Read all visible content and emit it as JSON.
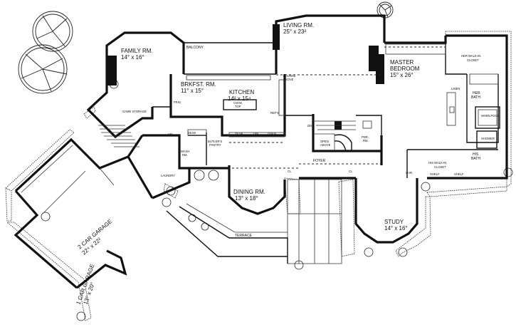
{
  "rooms": {
    "family": {
      "name": "FAMILY RM.",
      "dim": "14° x 16°"
    },
    "living": {
      "name": "LIVING RM.",
      "dim": "25° x 23²"
    },
    "master": {
      "name": "MASTER",
      "name2": "BEDROOM",
      "dim": "15° x 26°"
    },
    "brkfst": {
      "name": "BRKFST. RM.",
      "dim": "11° x 15°"
    },
    "kitchen": {
      "name": "KITCHEN",
      "dim": "14² x 15⁴"
    },
    "dining": {
      "name": "DINING RM.",
      "dim": "13° x 18°"
    },
    "study": {
      "name": "STUDY",
      "dim": "14° x 16°"
    },
    "garage2": {
      "name": "2 CAR GARAGE",
      "dim": "22⁴ x 22²"
    },
    "garage1": {
      "name": "1 CAR GARAGE",
      "dim": "13° x 20°"
    }
  },
  "small_labels": {
    "balcony": "BALCONY",
    "her_closet": "HER WALK-IN",
    "her_closet2": "CLOSET",
    "her_bath": "HER",
    "her_bath2": "BATH",
    "his_bath": "HIS",
    "his_bath2": "BATH",
    "his_closet": "HIS WALK-IN",
    "his_closet2": "CLOSET",
    "shelf1": "SHELF",
    "shelf2": "SHELF",
    "linen": "LINEN",
    "whirlpool": "WHIRLPOOL",
    "shower": "SHOWER",
    "lounge": "LOUNGE",
    "above": "ABOVE",
    "foyer": "FOYER",
    "terrace": "TERRACE",
    "wash": "WASH",
    "wash2": "RM.",
    "laundry": "LAUNDRY",
    "butlers": "BUTLER'S",
    "pantry": "PANTRY",
    "pdr": "PDR.",
    "pdr2": "RM.",
    "open_above": "OPEN",
    "open_above2": "ABOVE",
    "desk": "DESK",
    "game_storage": "GAME STORAGE",
    "cook_top": "COOK",
    "cook_top2": "TOP",
    "frig": "FRIG.",
    "ref": "REF'S",
    "dn": "DN",
    "up": "UP",
    "cl1": "CL",
    "cl2": "CL",
    "dw": "DW",
    "desk2": "DESK",
    "oven": "OVEN",
    "gar": "GAR."
  }
}
